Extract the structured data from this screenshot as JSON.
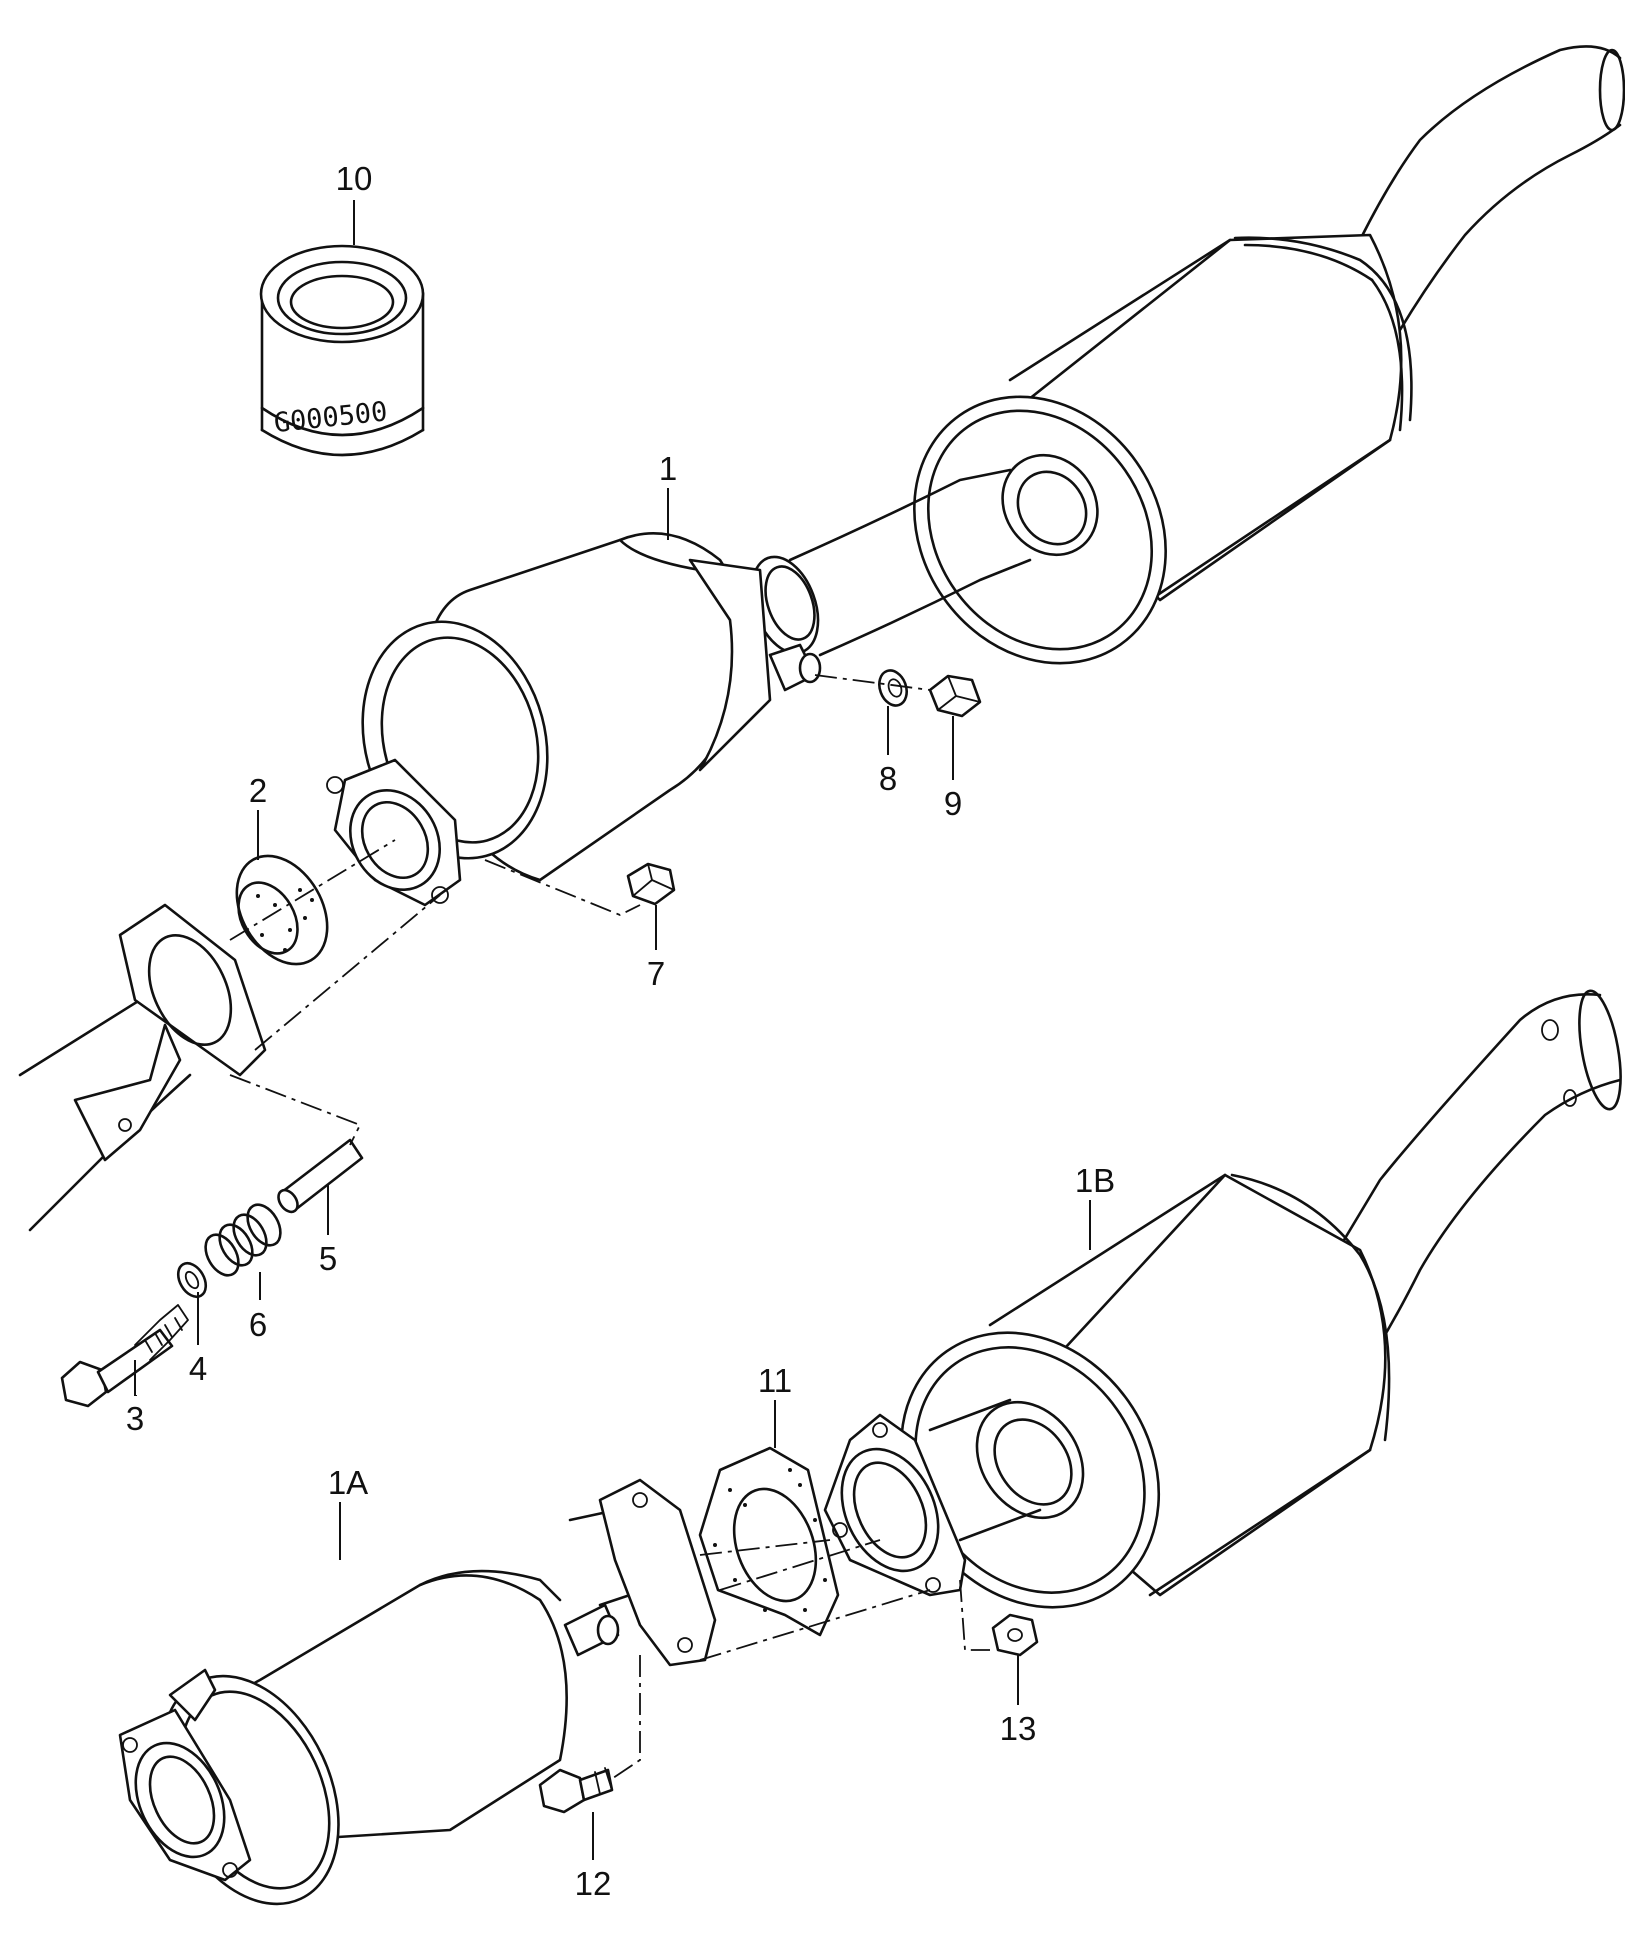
{
  "diagram": {
    "stamp": "G000500",
    "callouts": [
      {
        "id": "c10",
        "label": "10",
        "part": "10"
      },
      {
        "id": "c1",
        "label": "1",
        "part": "1"
      },
      {
        "id": "c2",
        "label": "2",
        "part": "2"
      },
      {
        "id": "c3",
        "label": "3",
        "part": "3"
      },
      {
        "id": "c4",
        "label": "4",
        "part": "4"
      },
      {
        "id": "c5",
        "label": "5",
        "part": "5"
      },
      {
        "id": "c6",
        "label": "6",
        "part": "6"
      },
      {
        "id": "c7",
        "label": "7",
        "part": "7"
      },
      {
        "id": "c8",
        "label": "8",
        "part": "8"
      },
      {
        "id": "c9",
        "label": "9",
        "part": "9"
      },
      {
        "id": "c1B",
        "label": "1B",
        "part": "1B"
      },
      {
        "id": "c11",
        "label": "11",
        "part": "11"
      },
      {
        "id": "c1A",
        "label": "1A",
        "part": "1A"
      },
      {
        "id": "c12",
        "label": "12",
        "part": "12"
      },
      {
        "id": "c13",
        "label": "13",
        "part": "13"
      }
    ]
  }
}
